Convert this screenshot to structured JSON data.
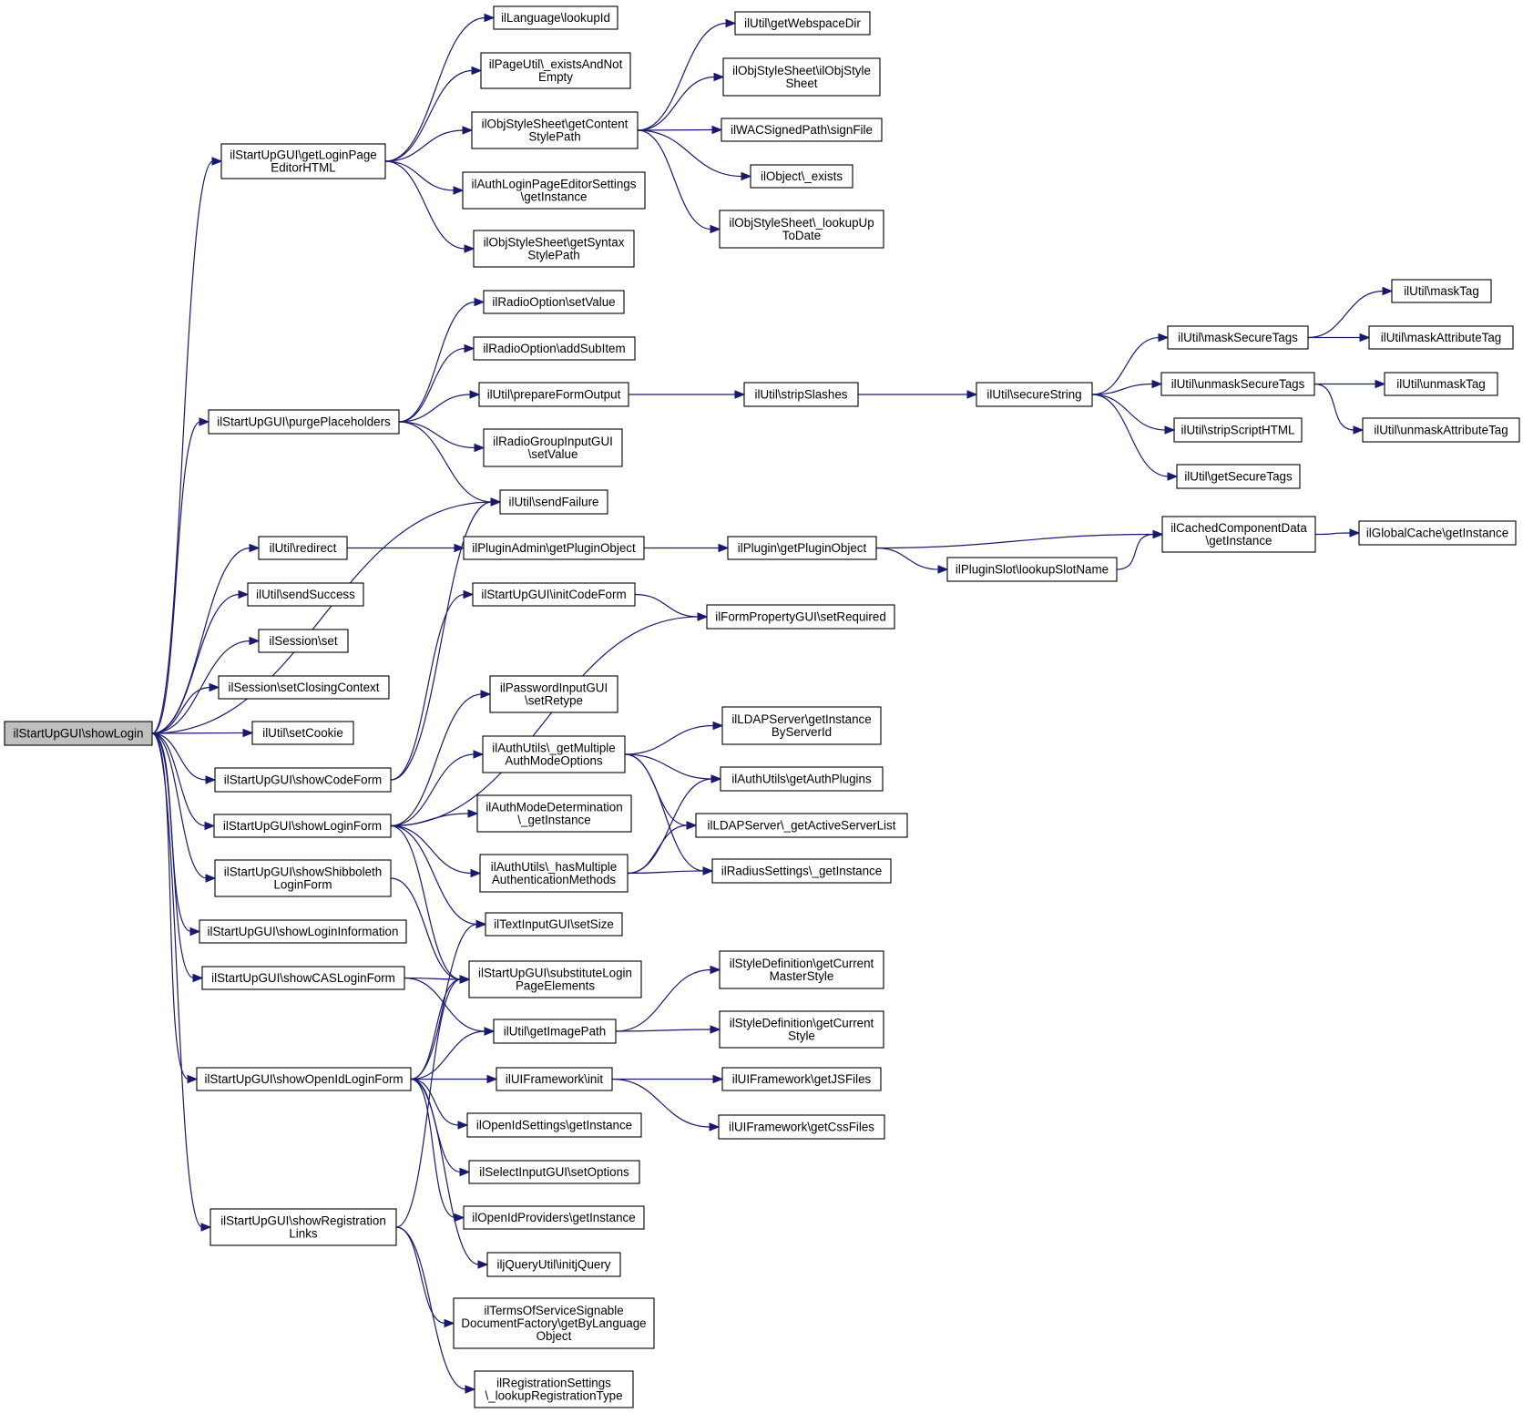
{
  "nodes": [
    {
      "id": "root",
      "lines": [
        "ilStartUpGUI\\showLogin"
      ],
      "root": true
    },
    {
      "id": "getLoginPageEditorHTML",
      "lines": [
        "ilStartUpGUI\\getLoginPage",
        "EditorHTML"
      ]
    },
    {
      "id": "purgePlaceholders",
      "lines": [
        "ilStartUpGUI\\purgePlaceholders"
      ]
    },
    {
      "id": "redirect",
      "lines": [
        "ilUtil\\redirect"
      ]
    },
    {
      "id": "sendSuccess",
      "lines": [
        "ilUtil\\sendSuccess"
      ]
    },
    {
      "id": "sessionSet",
      "lines": [
        "ilSession\\set"
      ]
    },
    {
      "id": "setClosingContext",
      "lines": [
        "ilSession\\setClosingContext"
      ]
    },
    {
      "id": "setCookie",
      "lines": [
        "ilUtil\\setCookie"
      ]
    },
    {
      "id": "showCodeForm",
      "lines": [
        "ilStartUpGUI\\showCodeForm"
      ]
    },
    {
      "id": "showLoginForm",
      "lines": [
        "ilStartUpGUI\\showLoginForm"
      ]
    },
    {
      "id": "showShibboleth",
      "lines": [
        "ilStartUpGUI\\showShibboleth",
        "LoginForm"
      ]
    },
    {
      "id": "showLoginInformation",
      "lines": [
        "ilStartUpGUI\\showLoginInformation"
      ]
    },
    {
      "id": "showCASLoginForm",
      "lines": [
        "ilStartUpGUI\\showCASLoginForm"
      ]
    },
    {
      "id": "showOpenIdLoginForm",
      "lines": [
        "ilStartUpGUI\\showOpenIdLoginForm"
      ]
    },
    {
      "id": "showRegistrationLinks",
      "lines": [
        "ilStartUpGUI\\showRegistration",
        "Links"
      ]
    },
    {
      "id": "lookupId",
      "lines": [
        "ilLanguage\\lookupId"
      ]
    },
    {
      "id": "existsAndNotEmpty",
      "lines": [
        "ilPageUtil\\_existsAndNot",
        "Empty"
      ]
    },
    {
      "id": "getContentStylePath",
      "lines": [
        "ilObjStyleSheet\\getContent",
        "StylePath"
      ]
    },
    {
      "id": "authLoginPageEditorSettings",
      "lines": [
        "ilAuthLoginPageEditorSettings",
        "\\getInstance"
      ]
    },
    {
      "id": "getSyntaxStylePath",
      "lines": [
        "ilObjStyleSheet\\getSyntax",
        "StylePath"
      ]
    },
    {
      "id": "getWebspaceDir",
      "lines": [
        "ilUtil\\getWebspaceDir"
      ]
    },
    {
      "id": "ilObjStyleSheetCtor",
      "lines": [
        "ilObjStyleSheet\\ilObjStyle",
        "Sheet"
      ]
    },
    {
      "id": "signFile",
      "lines": [
        "ilWACSignedPath\\signFile"
      ]
    },
    {
      "id": "objectExists",
      "lines": [
        "ilObject\\_exists"
      ]
    },
    {
      "id": "lookupUpToDate",
      "lines": [
        "ilObjStyleSheet\\_lookupUp",
        "ToDate"
      ]
    },
    {
      "id": "radioSetValue",
      "lines": [
        "ilRadioOption\\setValue"
      ]
    },
    {
      "id": "addSubItem",
      "lines": [
        "ilRadioOption\\addSubItem"
      ]
    },
    {
      "id": "prepareFormOutput",
      "lines": [
        "ilUtil\\prepareFormOutput"
      ]
    },
    {
      "id": "radioGroupSetValue",
      "lines": [
        "ilRadioGroupInputGUI",
        "\\setValue"
      ]
    },
    {
      "id": "sendFailure",
      "lines": [
        "ilUtil\\sendFailure"
      ]
    },
    {
      "id": "stripSlashes",
      "lines": [
        "ilUtil\\stripSlashes"
      ]
    },
    {
      "id": "secureString",
      "lines": [
        "ilUtil\\secureString"
      ]
    },
    {
      "id": "maskSecureTags",
      "lines": [
        "ilUtil\\maskSecureTags"
      ]
    },
    {
      "id": "unmaskSecureTags",
      "lines": [
        "ilUtil\\unmaskSecureTags"
      ]
    },
    {
      "id": "stripScriptHTML",
      "lines": [
        "ilUtil\\stripScriptHTML"
      ]
    },
    {
      "id": "getSecureTags",
      "lines": [
        "ilUtil\\getSecureTags"
      ]
    },
    {
      "id": "maskTag",
      "lines": [
        "ilUtil\\maskTag"
      ]
    },
    {
      "id": "maskAttributeTag",
      "lines": [
        "ilUtil\\maskAttributeTag"
      ]
    },
    {
      "id": "unmaskTag",
      "lines": [
        "ilUtil\\unmaskTag"
      ]
    },
    {
      "id": "unmaskAttributeTag",
      "lines": [
        "ilUtil\\unmaskAttributeTag"
      ]
    },
    {
      "id": "pluginAdminGetPluginObject",
      "lines": [
        "ilPluginAdmin\\getPluginObject"
      ]
    },
    {
      "id": "pluginGetPluginObject",
      "lines": [
        "ilPlugin\\getPluginObject"
      ]
    },
    {
      "id": "lookupSlotName",
      "lines": [
        "ilPluginSlot\\lookupSlotName"
      ]
    },
    {
      "id": "cachedComponentData",
      "lines": [
        "ilCachedComponentData",
        "\\getInstance"
      ]
    },
    {
      "id": "globalCache",
      "lines": [
        "ilGlobalCache\\getInstance"
      ]
    },
    {
      "id": "initCodeForm",
      "lines": [
        "ilStartUpGUI\\initCodeForm"
      ]
    },
    {
      "id": "setRequired",
      "lines": [
        "ilFormPropertyGUI\\setRequired"
      ]
    },
    {
      "id": "setRetype",
      "lines": [
        "ilPasswordInputGUI",
        "\\setRetype"
      ]
    },
    {
      "id": "getMultipleAuthModeOptions",
      "lines": [
        "ilAuthUtils\\_getMultiple",
        "AuthModeOptions"
      ]
    },
    {
      "id": "authModeDetermination",
      "lines": [
        "ilAuthModeDetermination",
        "\\_getInstance"
      ]
    },
    {
      "id": "hasMultipleAuthMethods",
      "lines": [
        "ilAuthUtils\\_hasMultiple",
        "AuthenticationMethods"
      ]
    },
    {
      "id": "ldapGetInstanceByServerId",
      "lines": [
        "ilLDAPServer\\getInstance",
        "ByServerId"
      ]
    },
    {
      "id": "getAuthPlugins",
      "lines": [
        "ilAuthUtils\\getAuthPlugins"
      ]
    },
    {
      "id": "getActiveServerList",
      "lines": [
        "ilLDAPServer\\_getActiveServerList"
      ]
    },
    {
      "id": "radiusSettings",
      "lines": [
        "ilRadiusSettings\\_getInstance"
      ]
    },
    {
      "id": "textInputSetSize",
      "lines": [
        "ilTextInputGUI\\setSize"
      ]
    },
    {
      "id": "substituteLoginPageElements",
      "lines": [
        "ilStartUpGUI\\substituteLogin",
        "PageElements"
      ]
    },
    {
      "id": "getImagePath",
      "lines": [
        "ilUtil\\getImagePath"
      ]
    },
    {
      "id": "getCurrentMasterStyle",
      "lines": [
        "ilStyleDefinition\\getCurrent",
        "MasterStyle"
      ]
    },
    {
      "id": "getCurrentStyle",
      "lines": [
        "ilStyleDefinition\\getCurrent",
        "Style"
      ]
    },
    {
      "id": "uiFrameworkInit",
      "lines": [
        "ilUIFramework\\init"
      ]
    },
    {
      "id": "getJSFiles",
      "lines": [
        "ilUIFramework\\getJSFiles"
      ]
    },
    {
      "id": "getCssFiles",
      "lines": [
        "ilUIFramework\\getCssFiles"
      ]
    },
    {
      "id": "openIdSettings",
      "lines": [
        "ilOpenIdSettings\\getInstance"
      ]
    },
    {
      "id": "selectSetOptions",
      "lines": [
        "ilSelectInputGUI\\setOptions"
      ]
    },
    {
      "id": "openIdProviders",
      "lines": [
        "ilOpenIdProviders\\getInstance"
      ]
    },
    {
      "id": "initjQuery",
      "lines": [
        "iljQueryUtil\\initjQuery"
      ]
    },
    {
      "id": "termsOfService",
      "lines": [
        "ilTermsOfServiceSignable",
        "DocumentFactory\\getByLanguage",
        "Object"
      ]
    },
    {
      "id": "registrationSettings",
      "lines": [
        "ilRegistrationSettings",
        "\\_lookupRegistrationType"
      ]
    }
  ],
  "edges": [
    [
      "root",
      "getLoginPageEditorHTML"
    ],
    [
      "root",
      "purgePlaceholders"
    ],
    [
      "root",
      "sendFailure"
    ],
    [
      "root",
      "redirect"
    ],
    [
      "root",
      "sendSuccess"
    ],
    [
      "root",
      "sessionSet"
    ],
    [
      "root",
      "setClosingContext"
    ],
    [
      "root",
      "setCookie"
    ],
    [
      "root",
      "showCodeForm"
    ],
    [
      "root",
      "showLoginForm"
    ],
    [
      "root",
      "showShibboleth"
    ],
    [
      "root",
      "showLoginInformation"
    ],
    [
      "root",
      "showCASLoginForm"
    ],
    [
      "root",
      "showOpenIdLoginForm"
    ],
    [
      "root",
      "showRegistrationLinks"
    ],
    [
      "getLoginPageEditorHTML",
      "lookupId"
    ],
    [
      "getLoginPageEditorHTML",
      "existsAndNotEmpty"
    ],
    [
      "getLoginPageEditorHTML",
      "getContentStylePath"
    ],
    [
      "getLoginPageEditorHTML",
      "authLoginPageEditorSettings"
    ],
    [
      "getLoginPageEditorHTML",
      "getSyntaxStylePath"
    ],
    [
      "getContentStylePath",
      "getWebspaceDir"
    ],
    [
      "getContentStylePath",
      "ilObjStyleSheetCtor"
    ],
    [
      "getContentStylePath",
      "signFile"
    ],
    [
      "getContentStylePath",
      "objectExists"
    ],
    [
      "getContentStylePath",
      "lookupUpToDate"
    ],
    [
      "purgePlaceholders",
      "radioSetValue"
    ],
    [
      "purgePlaceholders",
      "addSubItem"
    ],
    [
      "purgePlaceholders",
      "prepareFormOutput"
    ],
    [
      "purgePlaceholders",
      "radioGroupSetValue"
    ],
    [
      "purgePlaceholders",
      "sendFailure"
    ],
    [
      "prepareFormOutput",
      "stripSlashes"
    ],
    [
      "stripSlashes",
      "secureString"
    ],
    [
      "secureString",
      "maskSecureTags"
    ],
    [
      "secureString",
      "unmaskSecureTags"
    ],
    [
      "secureString",
      "stripScriptHTML"
    ],
    [
      "secureString",
      "getSecureTags"
    ],
    [
      "maskSecureTags",
      "maskTag"
    ],
    [
      "maskSecureTags",
      "maskAttributeTag"
    ],
    [
      "unmaskSecureTags",
      "unmaskTag"
    ],
    [
      "unmaskSecureTags",
      "unmaskAttributeTag"
    ],
    [
      "redirect",
      "pluginAdminGetPluginObject"
    ],
    [
      "pluginAdminGetPluginObject",
      "pluginGetPluginObject"
    ],
    [
      "pluginGetPluginObject",
      "cachedComponentData"
    ],
    [
      "pluginGetPluginObject",
      "lookupSlotName"
    ],
    [
      "lookupSlotName",
      "cachedComponentData"
    ],
    [
      "cachedComponentData",
      "globalCache"
    ],
    [
      "showCodeForm",
      "sendFailure"
    ],
    [
      "showCodeForm",
      "initCodeForm"
    ],
    [
      "initCodeForm",
      "setRequired"
    ],
    [
      "showLoginForm",
      "setRequired"
    ],
    [
      "showLoginForm",
      "setRetype"
    ],
    [
      "showLoginForm",
      "getMultipleAuthModeOptions"
    ],
    [
      "showLoginForm",
      "authModeDetermination"
    ],
    [
      "showLoginForm",
      "hasMultipleAuthMethods"
    ],
    [
      "showLoginForm",
      "textInputSetSize"
    ],
    [
      "showLoginForm",
      "substituteLoginPageElements"
    ],
    [
      "getMultipleAuthModeOptions",
      "ldapGetInstanceByServerId"
    ],
    [
      "getMultipleAuthModeOptions",
      "getAuthPlugins"
    ],
    [
      "getMultipleAuthModeOptions",
      "getActiveServerList"
    ],
    [
      "getMultipleAuthModeOptions",
      "radiusSettings"
    ],
    [
      "hasMultipleAuthMethods",
      "getAuthPlugins"
    ],
    [
      "hasMultipleAuthMethods",
      "getActiveServerList"
    ],
    [
      "hasMultipleAuthMethods",
      "radiusSettings"
    ],
    [
      "showShibboleth",
      "substituteLoginPageElements"
    ],
    [
      "showCASLoginForm",
      "substituteLoginPageElements"
    ],
    [
      "showCASLoginForm",
      "getImagePath"
    ],
    [
      "getImagePath",
      "getCurrentMasterStyle"
    ],
    [
      "getImagePath",
      "getCurrentStyle"
    ],
    [
      "showOpenIdLoginForm",
      "textInputSetSize"
    ],
    [
      "showOpenIdLoginForm",
      "substituteLoginPageElements"
    ],
    [
      "showOpenIdLoginForm",
      "getImagePath"
    ],
    [
      "showOpenIdLoginForm",
      "uiFrameworkInit"
    ],
    [
      "showOpenIdLoginForm",
      "openIdSettings"
    ],
    [
      "showOpenIdLoginForm",
      "selectSetOptions"
    ],
    [
      "showOpenIdLoginForm",
      "openIdProviders"
    ],
    [
      "showOpenIdLoginForm",
      "initjQuery"
    ],
    [
      "uiFrameworkInit",
      "getJSFiles"
    ],
    [
      "uiFrameworkInit",
      "getCssFiles"
    ],
    [
      "showRegistrationLinks",
      "substituteLoginPageElements"
    ],
    [
      "showRegistrationLinks",
      "termsOfService"
    ],
    [
      "showRegistrationLinks",
      "registrationSettings"
    ]
  ]
}
